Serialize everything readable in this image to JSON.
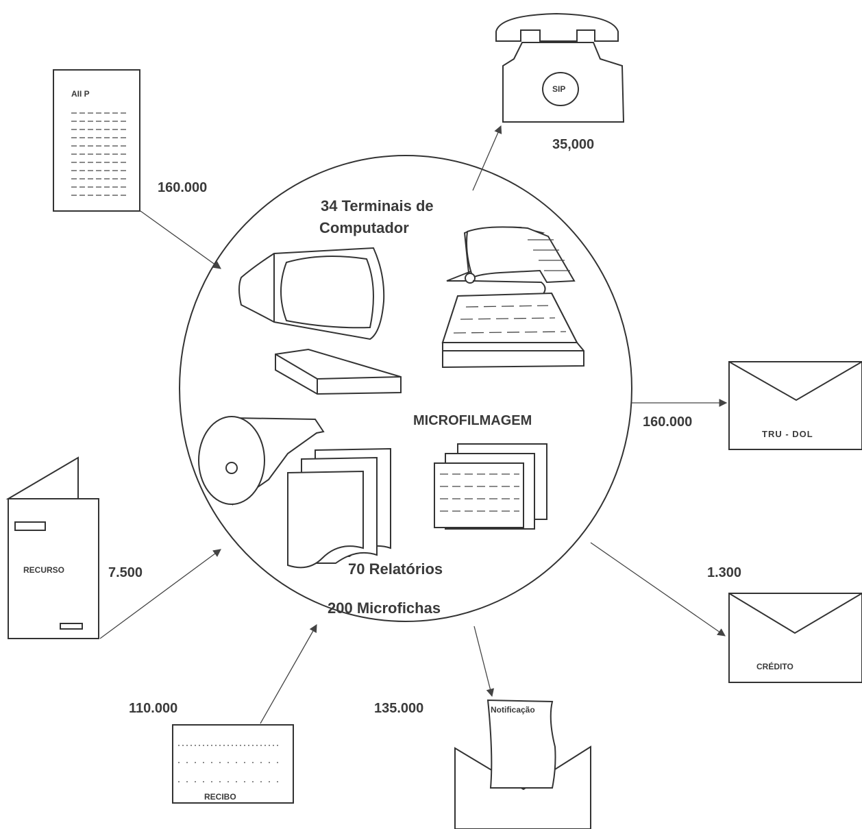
{
  "center": {
    "terminals": "34 Terminais de",
    "terminals_line2": "Computador",
    "microfilm": "MICROFILMAGEM",
    "reports": "70 Relatórios",
    "microfiches": "200 Microfichas"
  },
  "inputs": {
    "aiip": {
      "label": "AII P",
      "value": "160.000"
    },
    "recurso": {
      "label": "RECURSO",
      "value": "7.500"
    },
    "recibo": {
      "label": "RECIBO",
      "value": "110.000"
    }
  },
  "outputs": {
    "sip": {
      "label": "SIP",
      "value": "35,000"
    },
    "trudol": {
      "label": "TRU - DOL",
      "value": "160.000"
    },
    "credito": {
      "label": "CRÉDITO",
      "value": "1.300"
    },
    "notificacao": {
      "label": "Notificação",
      "value": "135.000"
    }
  }
}
